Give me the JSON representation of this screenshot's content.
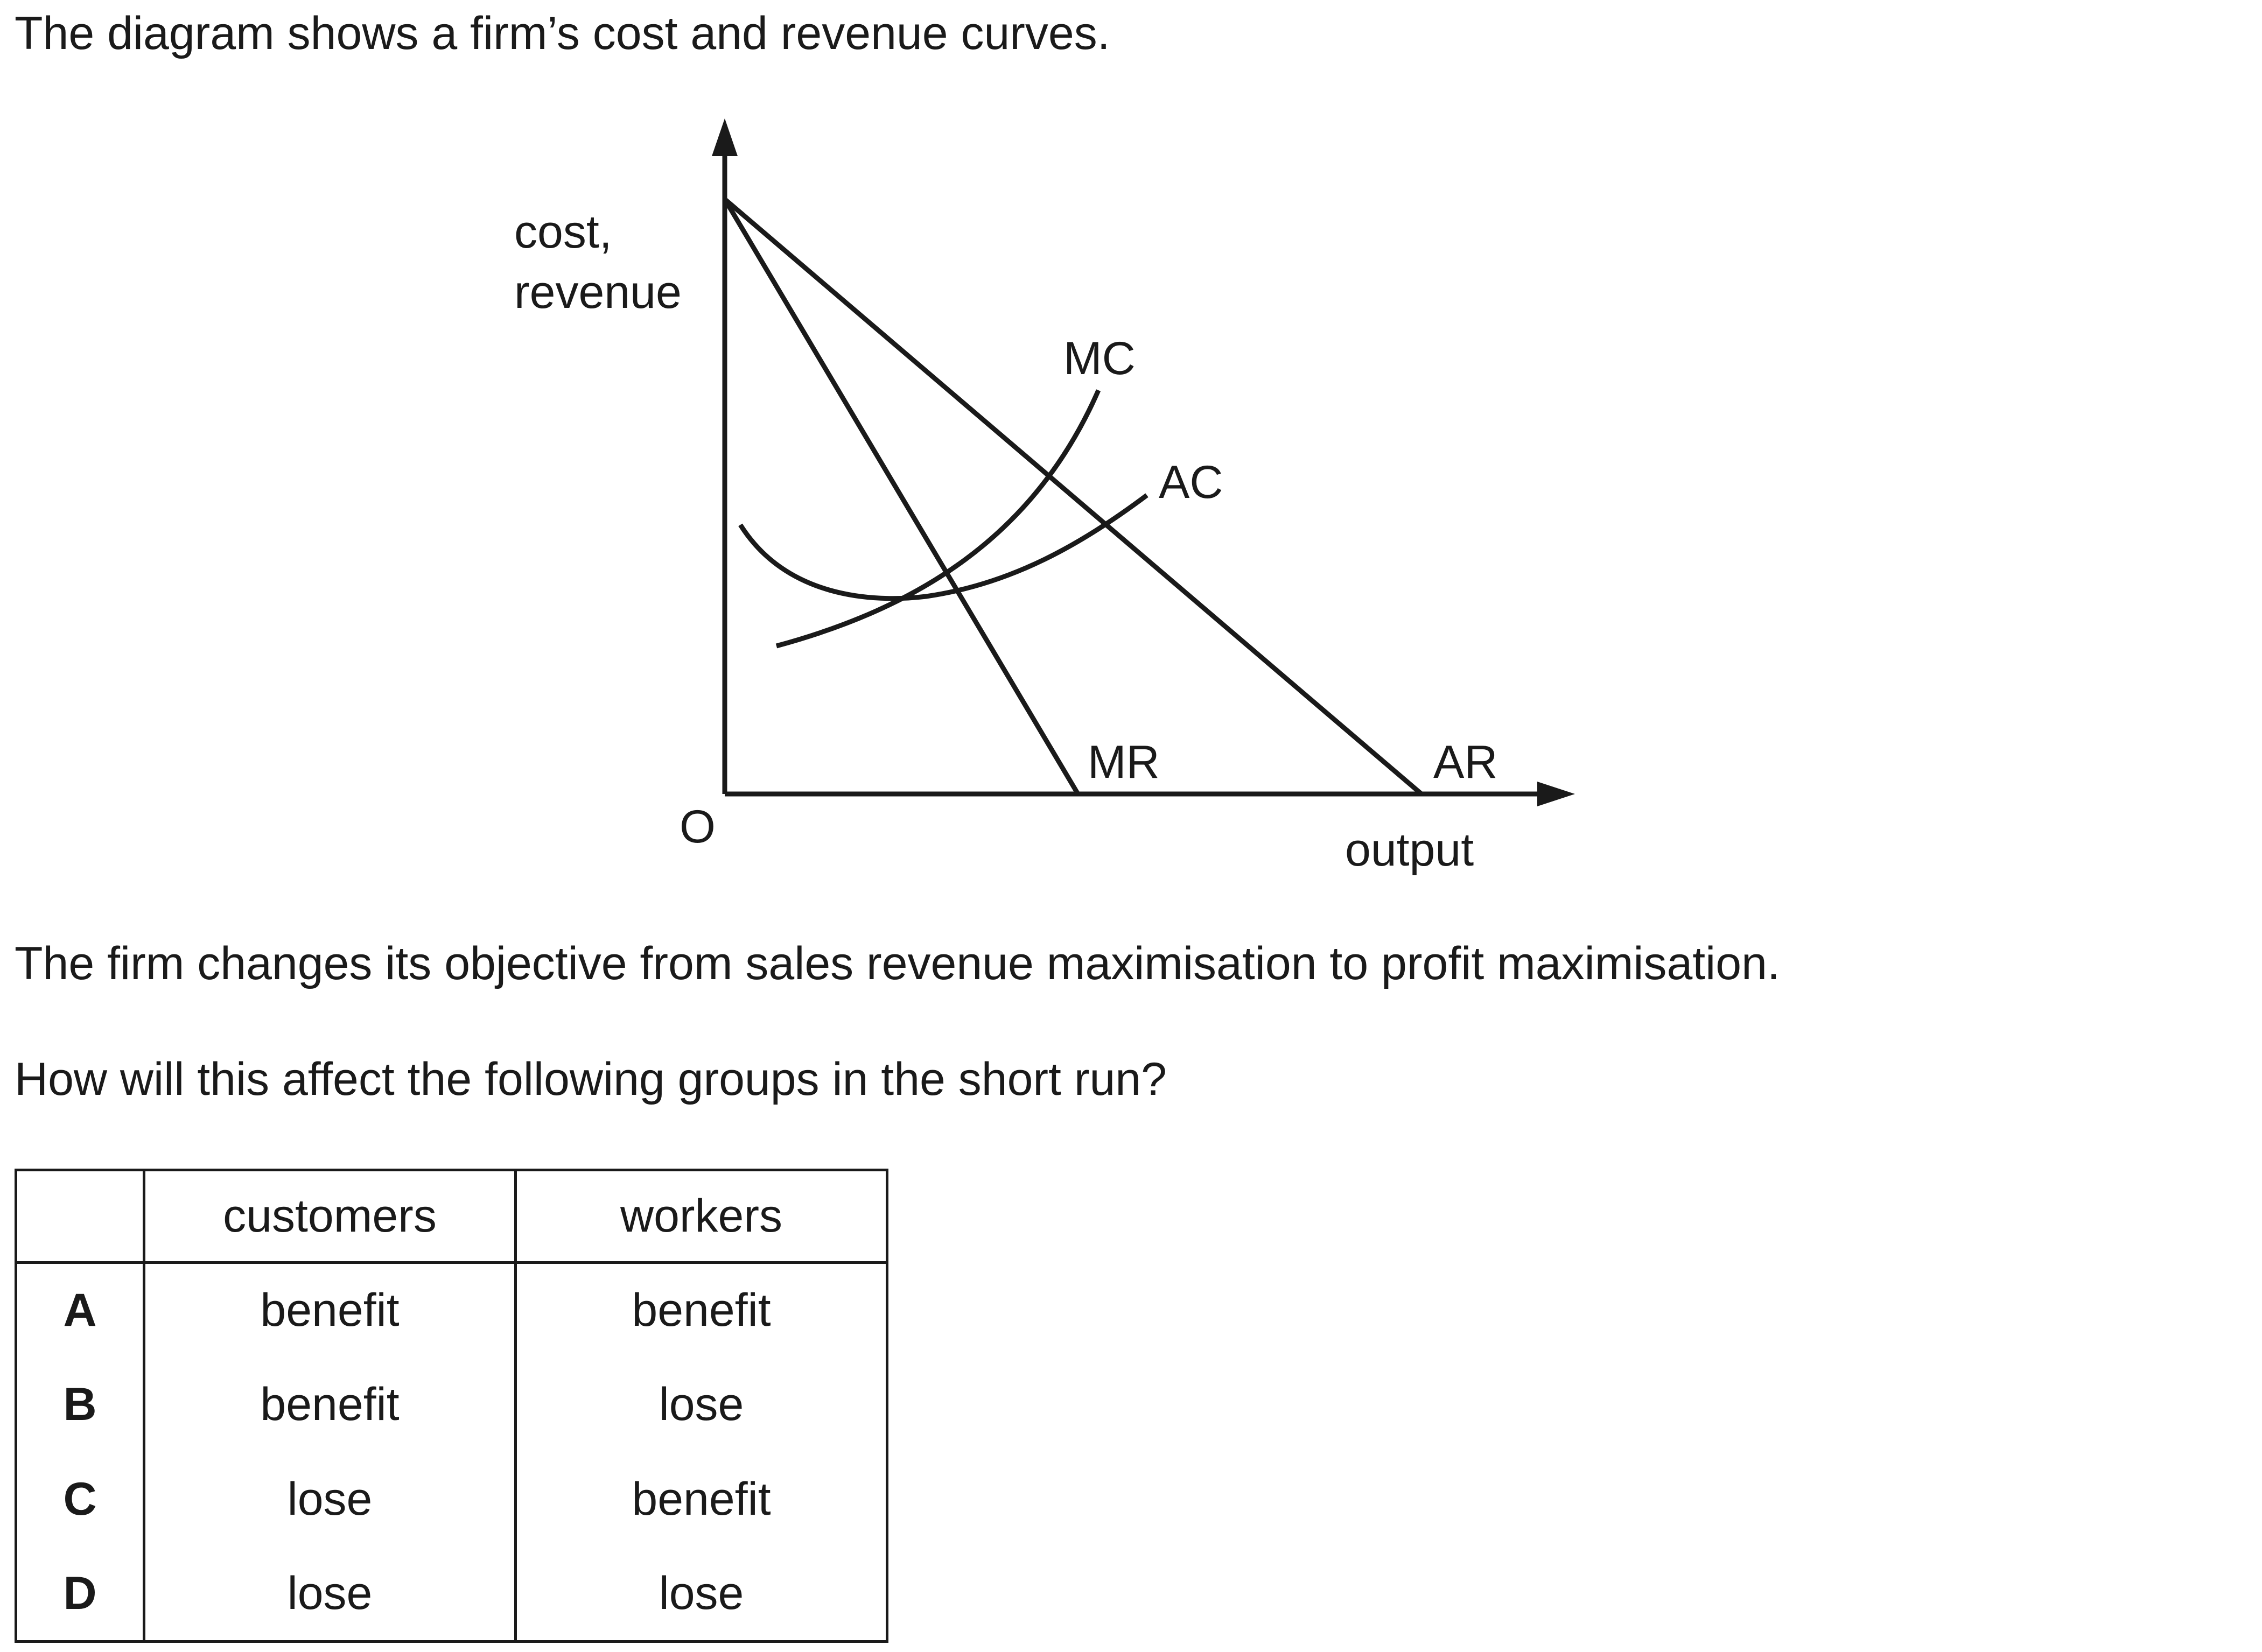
{
  "intro_text": "The diagram shows a firm’s cost and revenue curves.",
  "diagram": {
    "y_axis_label_line1": "cost,",
    "y_axis_label_line2": "revenue",
    "x_axis_label": "output",
    "origin_label": "O",
    "curve_labels": {
      "mc": "MC",
      "ac": "AC",
      "mr": "MR",
      "ar": "AR"
    }
  },
  "objective_text": "The firm changes its objective from sales revenue maximisation to profit maximisation.",
  "question_text": "How will this affect the following groups in the short run?",
  "table": {
    "headers": [
      "",
      "customers",
      "workers"
    ],
    "rows": [
      {
        "letter": "A",
        "customers": "benefit",
        "workers": "benefit"
      },
      {
        "letter": "B",
        "customers": "benefit",
        "workers": "lose"
      },
      {
        "letter": "C",
        "customers": "lose",
        "workers": "benefit"
      },
      {
        "letter": "D",
        "customers": "lose",
        "workers": "lose"
      }
    ]
  }
}
